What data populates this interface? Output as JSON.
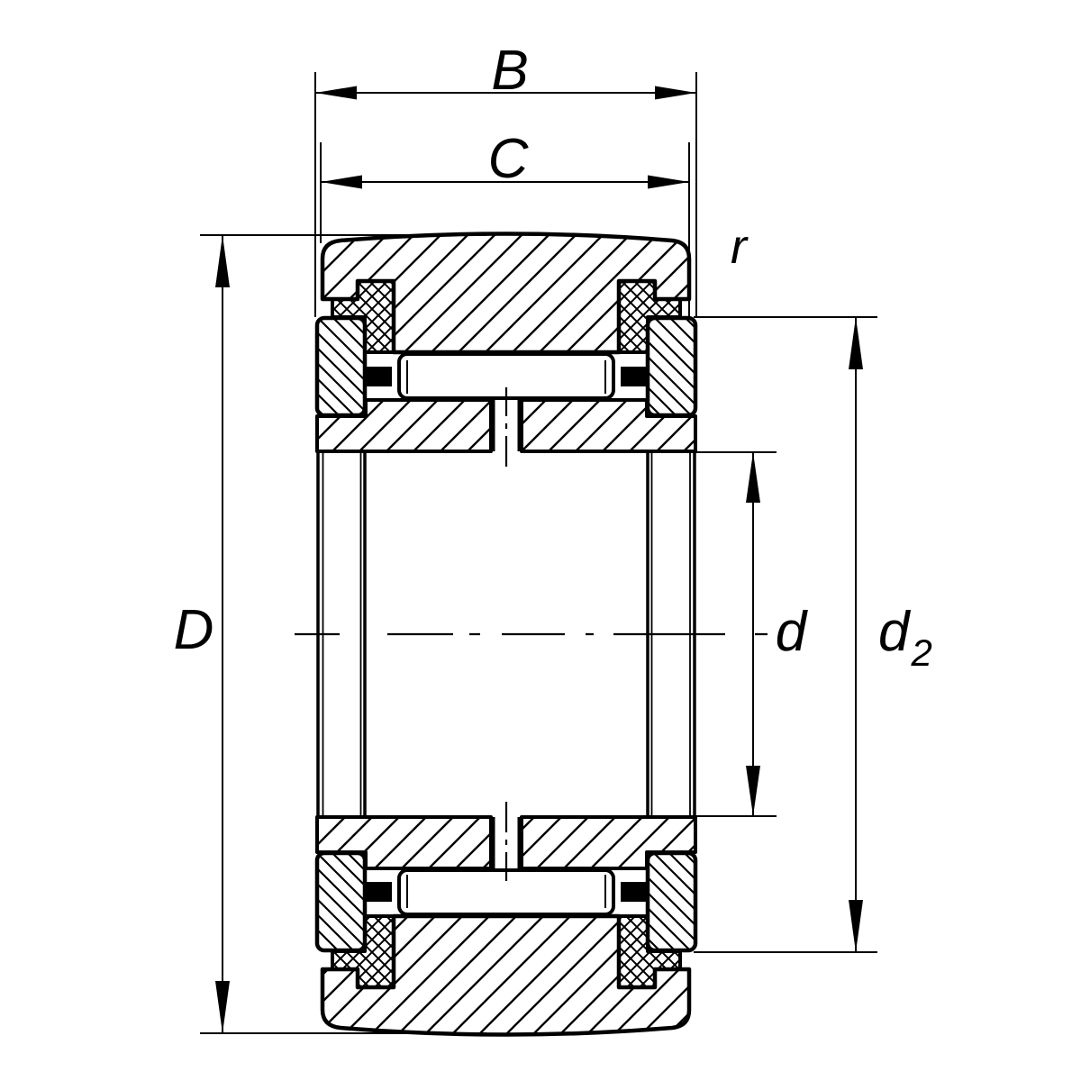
{
  "colors": {
    "background": "#ffffff",
    "ink": "#000000"
  },
  "drawing": {
    "kind": "bearing-cross-section-technical-drawing",
    "labels": {
      "B": "B",
      "C": "C",
      "r": "r",
      "D": "D",
      "d": "d",
      "d2_base": "d",
      "d2_sub": "2"
    }
  }
}
